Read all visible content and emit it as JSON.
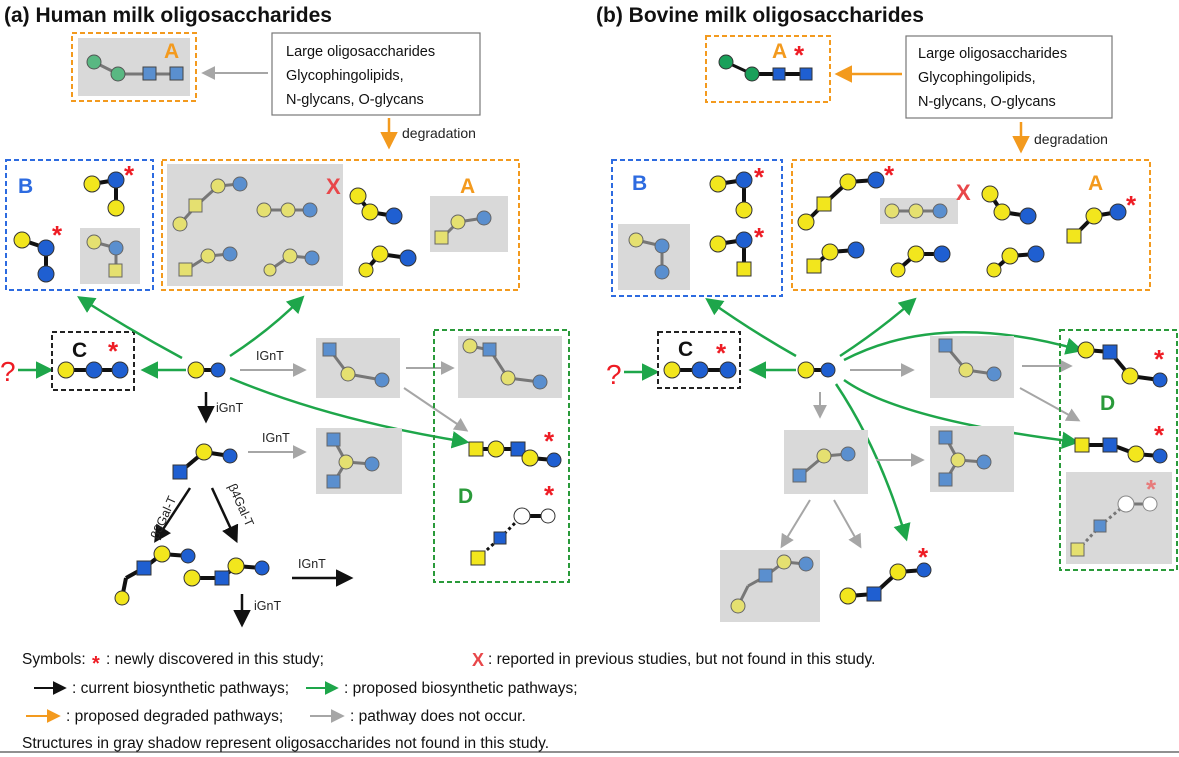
{
  "colors": {
    "gal": "#f2e61d",
    "glc": "#1f5fd1",
    "glcnac": "#2f6fd0",
    "fuc": "#ee1c24",
    "green_node": "#1aa05a",
    "white_node": "#ffffff",
    "green_arrow": "#1ea64a",
    "orange_arrow": "#f39a1e",
    "gray_arrow": "#a6a6a6",
    "black_arrow": "#111111",
    "box_A": "#f39a1e",
    "box_B": "#2d6be0",
    "box_C": "#222222",
    "box_D": "#2a9a3a",
    "shadow": "#d9d9d9"
  },
  "panel_a": {
    "title": "(a) Human milk oligosaccharides",
    "source_box": [
      "Large oligosaccharides",
      "Glycophingolipids,",
      "N-glycans, O-glycans"
    ],
    "degradation": "degradation",
    "labels": {
      "A": "A",
      "B": "B",
      "C": "C",
      "D": "D"
    },
    "enzymes": {
      "ignt1": "IGnT",
      "ignt2": "iGnT",
      "ignt3": "IGnT",
      "b3galt": "β3Gal-T",
      "b4galt": "β4Gal-T",
      "ignt4": "IGnT",
      "ignt5": "iGnT"
    },
    "question": "?",
    "not_found": "X"
  },
  "panel_b": {
    "title": "(b) Bovine milk oligosaccharides",
    "source_box": [
      "Large oligosaccharides",
      "Glycophingolipids,",
      "N-glycans, O-glycans"
    ],
    "degradation": "degradation",
    "labels": {
      "A": "A",
      "B": "B",
      "C": "C",
      "D": "D"
    },
    "question": "?",
    "not_found": "X"
  },
  "new_marker": "*",
  "legend": {
    "symbols_prefix": "Symbols:",
    "new_text": ": newly discovered in this study;",
    "x_symbol": "X",
    "x_text": ": reported in previous studies, but not found in this study.",
    "current_text": ": current biosynthetic pathways;",
    "proposed_text": ": proposed biosynthetic pathways;",
    "degraded_text": ": proposed degraded pathways;",
    "noccur_text": ": pathway does not occur.",
    "gray_text": "Structures in gray shadow represent oligosaccharides not found in this study."
  }
}
